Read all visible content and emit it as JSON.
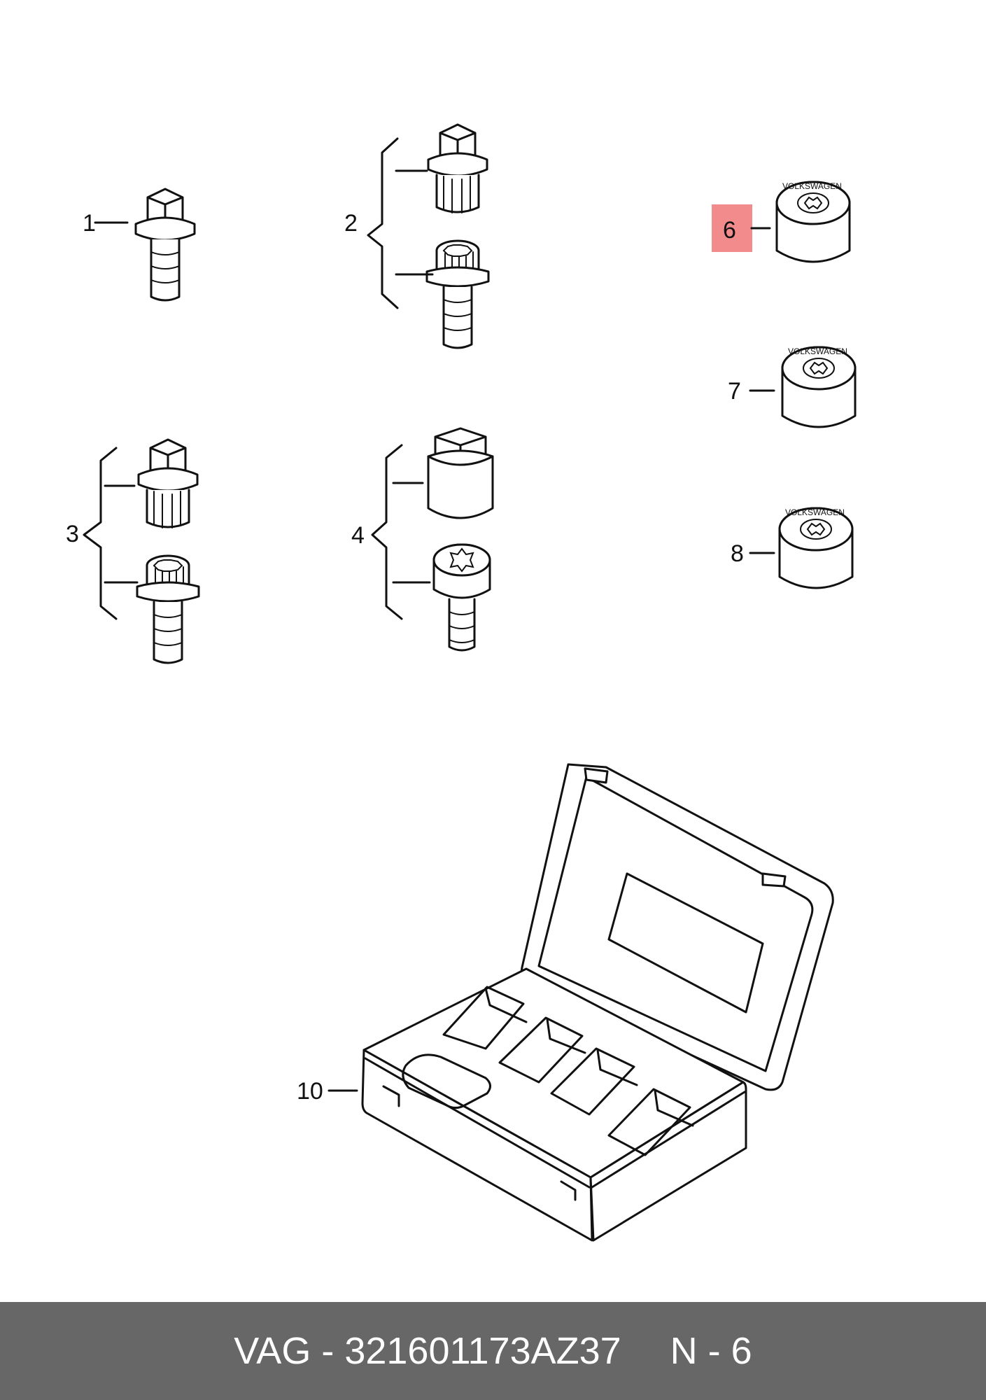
{
  "callouts": [
    "1",
    "2",
    "3",
    "4",
    "6",
    "7",
    "8",
    "10"
  ],
  "highlighted_callout": "6",
  "cap_logo_text": "VOLKSWAGEN",
  "footer": {
    "part_label": "VAG - 321601173AZ37",
    "position_label": "N - 6"
  },
  "colors": {
    "highlight": "#f28b8b",
    "footer_bg": "#676767",
    "footer_text": "#ffffff",
    "line": "#111111"
  }
}
